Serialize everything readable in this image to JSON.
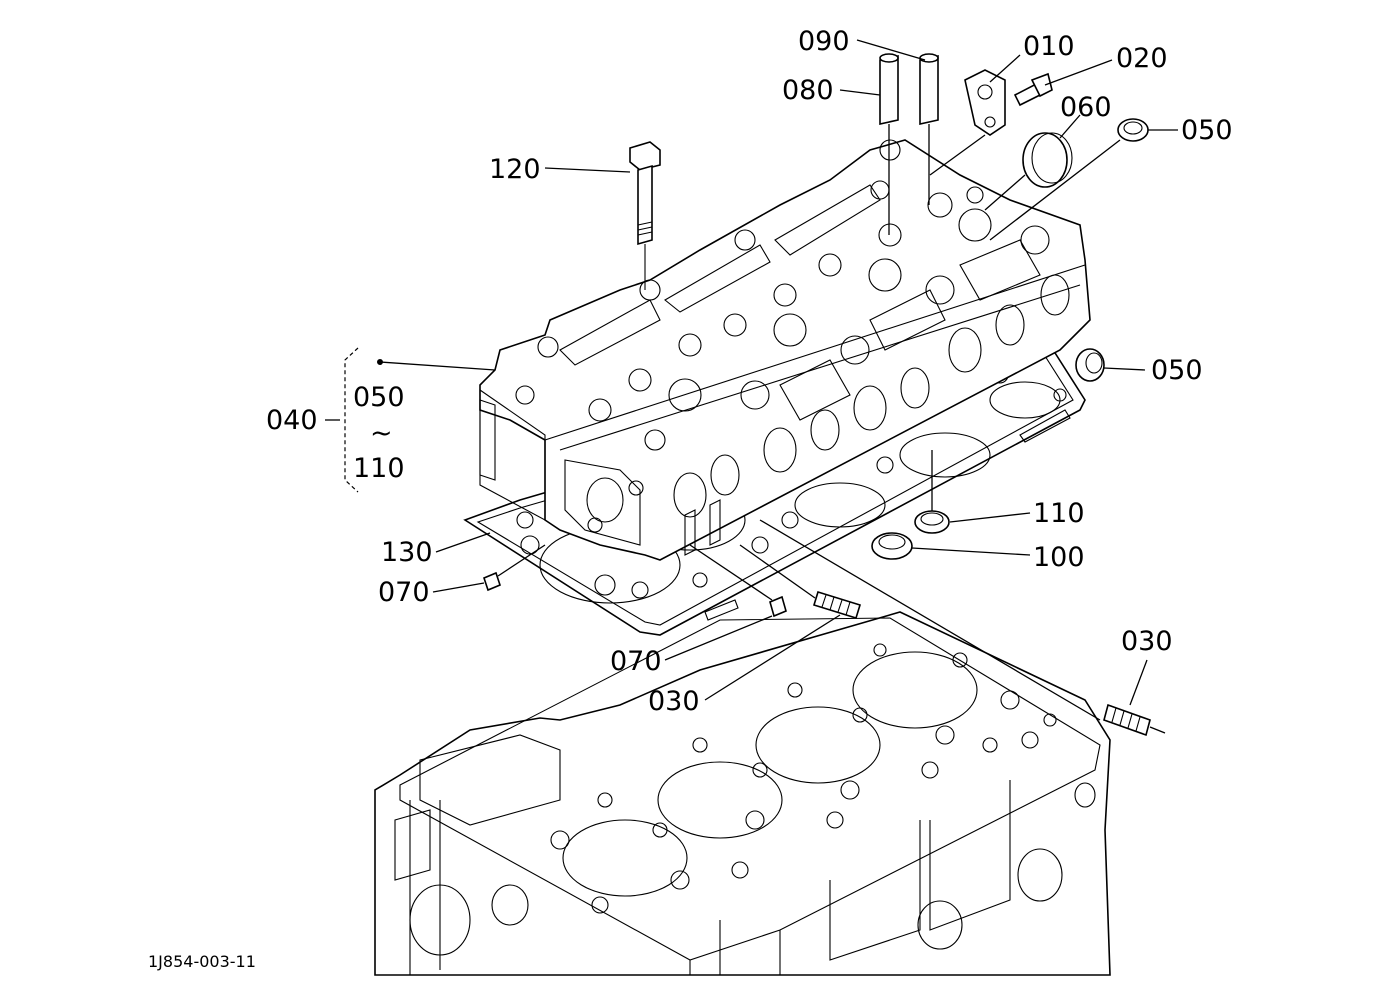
{
  "figure_code": "1J854-003-11",
  "callouts": {
    "p090": "090",
    "p010": "010",
    "p020": "020",
    "p080": "080",
    "p060": "060",
    "p050_top": "050",
    "p120": "120",
    "p050_side": "050",
    "p040": "040",
    "p050_group": "050",
    "range_sep": "~",
    "p110_group": "110",
    "p110": "110",
    "p130": "130",
    "p100": "100",
    "p070_left": "070",
    "p070_mid": "070",
    "p030_mid": "030",
    "p030_right": "030"
  }
}
